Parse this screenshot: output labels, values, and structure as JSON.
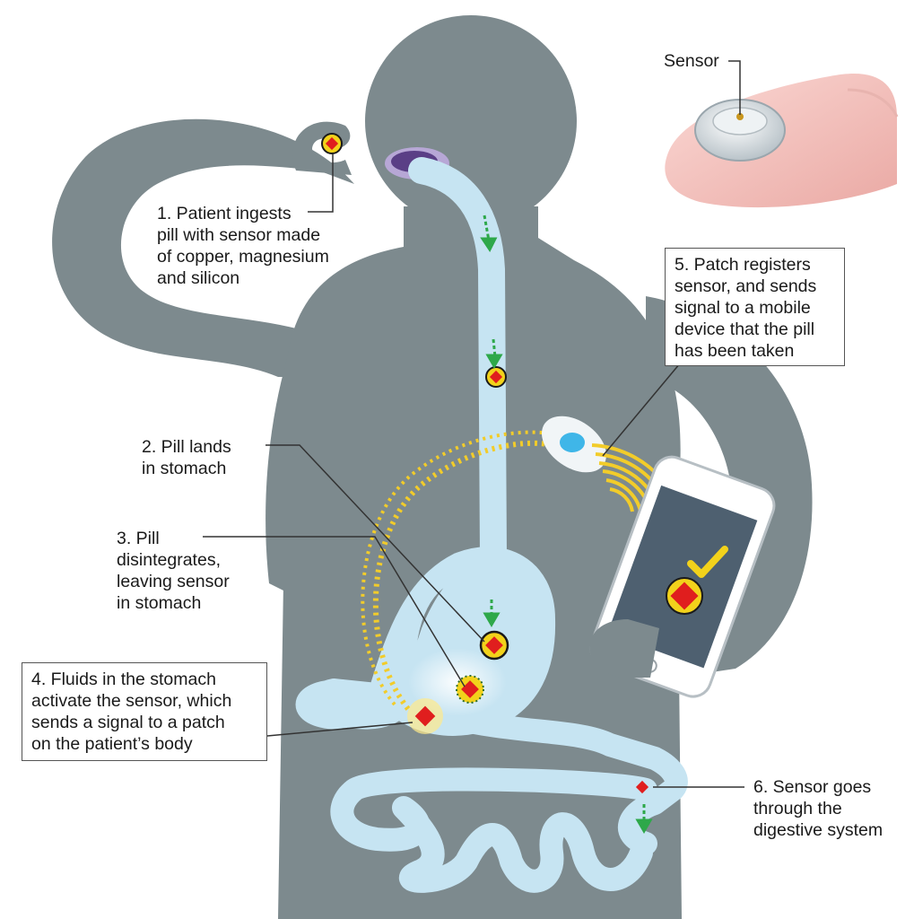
{
  "labels": {
    "sensor": "Sensor",
    "step1": "1. Patient ingests\npill with sensor made\nof copper, magnesium\nand silicon",
    "step2": "2. Pill lands\nin stomach",
    "step3": "3. Pill\ndisintegrates,\nleaving sensor\nin stomach",
    "step4": "4. Fluids in the stomach\nactivate the sensor, which\nsends a signal to a patch\non the patient’s body",
    "step5": "5. Patch registers\nsensor, and sends\nsignal to a mobile\ndevice that the pill\nhas been taken",
    "step6": "6. Sensor goes\nthrough the\ndigestive system"
  },
  "colors": {
    "body": "#7d8a8e",
    "body_outline": "#5f6b6f",
    "digestive_tract": "#c6e4f2",
    "pill_ring": "#f2d21b",
    "sensor_red": "#e01e1e",
    "signal_wave": "#f2cc2a",
    "arrow_green": "#2ea84a",
    "phone_screen": "#4e6070",
    "checkmark": "#f2d21b",
    "finger": "#f6c5c0"
  },
  "icons": {
    "pill": "pill-icon",
    "sensor": "sensor-chip-icon",
    "patch": "patch-icon",
    "phone": "mobile-phone-icon",
    "check": "checkmark-icon",
    "arrow": "arrow-down-icon"
  }
}
